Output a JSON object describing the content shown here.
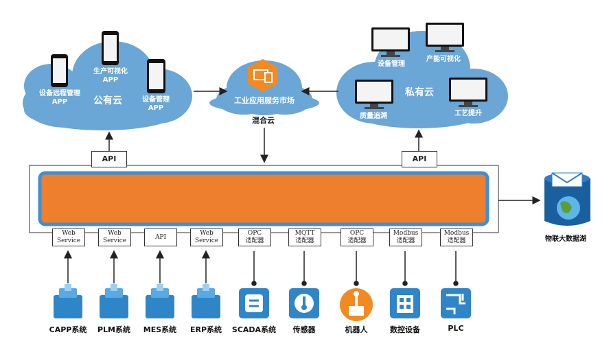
{
  "public_cloud": {
    "title": "公有云",
    "apps": [
      {
        "line1": "设备远程管理",
        "line2": "APP"
      },
      {
        "line1": "生产可视化",
        "line2": "APP"
      },
      {
        "line1": "设备管理",
        "line2": "APP"
      }
    ]
  },
  "hybrid_cloud": {
    "market_label": "工业应用服务市场",
    "title": "混合云"
  },
  "private_cloud": {
    "title": "私有云",
    "items": [
      "设备管理",
      "产能可视化",
      "质量追溯",
      "工艺提升"
    ]
  },
  "api_labels": {
    "left": "API",
    "right": "API"
  },
  "adapters": [
    {
      "line1": "Web",
      "line2": "Service"
    },
    {
      "line1": "Web",
      "line2": "Service"
    },
    {
      "line1": "API",
      "line2": ""
    },
    {
      "line1": "Web",
      "line2": "Service"
    },
    {
      "line1": "OPC",
      "line2": "适配器"
    },
    {
      "line1": "MQTT",
      "line2": "适配器"
    },
    {
      "line1": "OPC",
      "line2": "适配器"
    },
    {
      "line1": "Modbus",
      "line2": "适配器"
    },
    {
      "line1": "Modbus",
      "line2": "适配器"
    }
  ],
  "sources": [
    "CAPP系统",
    "PLM系统",
    "MES系统",
    "ERP系统",
    "SCADA系统",
    "传感器",
    "机器人",
    "数控设备",
    "PLC"
  ],
  "data_lake": {
    "label": "物联大数据湖"
  },
  "colors": {
    "cloud": "#6aa6d6",
    "platform_fill": "#ee7f2d",
    "platform_border": "#3d8fd9",
    "hex_icon": "#f28a22",
    "source_icon": "#2e86c8"
  }
}
